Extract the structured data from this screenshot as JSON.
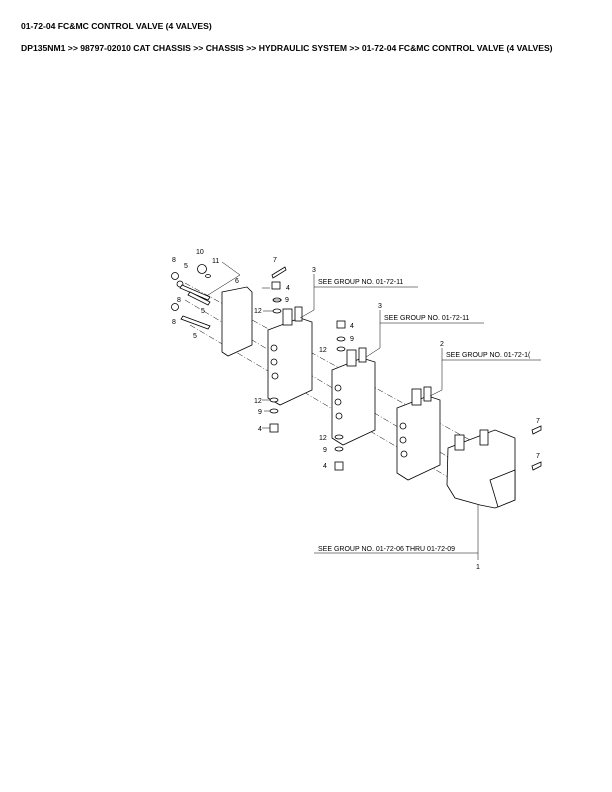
{
  "page": {
    "title": "01-72-04 FC&MC CONTROL VALVE (4 VALVES)",
    "breadcrumb": "DP135NM1 >> 98797-02010 CAT CHASSIS >> CHASSIS >> HYDRAULIC SYSTEM >> 01-72-04 FC&MC CONTROL VALVE (4 VALVES)"
  },
  "diagram": {
    "callouts": {
      "see_3a": "SEE GROUP NO. 01-72-11",
      "see_3b": "SEE GROUP NO. 01-72-11",
      "see_2": "SEE GROUP NO. 01-72-1(",
      "see_1": "SEE GROUP NO. 01-72-06 THRU 01-72-09"
    },
    "labels": {
      "p8a": "8",
      "p10": "10",
      "p11": "11",
      "p5a": "5",
      "p8b": "8",
      "p5b": "5",
      "p8c": "8",
      "p5c": "5",
      "p6": "6",
      "p7a": "7",
      "p3a": "3",
      "p4a": "4",
      "p9a": "9",
      "p12a": "12",
      "p3b": "3",
      "p4b": "4",
      "p9b": "9",
      "p12b": "12",
      "p2": "2",
      "p12c": "12",
      "p9c": "9",
      "p4c": "4",
      "p12d": "12",
      "p9d": "9",
      "p4d": "4",
      "p7b": "7",
      "p7c": "7",
      "p1": "1"
    }
  }
}
